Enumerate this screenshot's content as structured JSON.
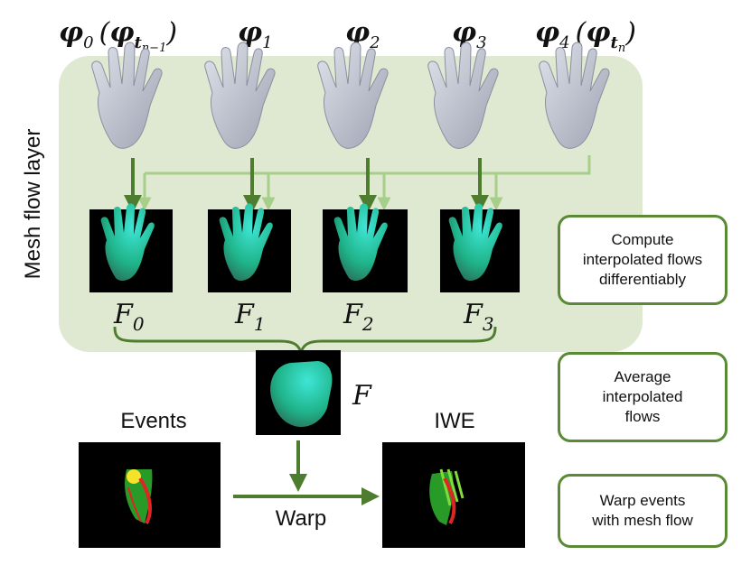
{
  "phis": [
    {
      "base": "φ",
      "sub": "0",
      "paren_base": "φ",
      "paren_sub": "t",
      "paren_subsub": "n−1"
    },
    {
      "base": "φ",
      "sub": "1"
    },
    {
      "base": "φ",
      "sub": "2"
    },
    {
      "base": "φ",
      "sub": "3"
    },
    {
      "base": "φ",
      "sub": "4",
      "paren_base": "φ",
      "paren_sub": "t",
      "paren_subsub": "n"
    }
  ],
  "flows": [
    {
      "base": "F",
      "sub": "0"
    },
    {
      "base": "F",
      "sub": "1"
    },
    {
      "base": "F",
      "sub": "2"
    },
    {
      "base": "F",
      "sub": "3"
    }
  ],
  "avg_flow_label": "F",
  "layer_label": "Mesh flow layer",
  "events_label": "Events",
  "iwe_label": "IWE",
  "warp_label": "Warp",
  "notes": [
    [
      "Compute",
      "interpolated flows",
      "differentiably"
    ],
    [
      "Average",
      "interpolated",
      "flows"
    ],
    [
      "Warp events",
      "with mesh flow"
    ]
  ],
  "colors": {
    "panel": "#dfe9d2",
    "arrow_dark": "#4f7d2f",
    "arrow_light": "#a7cf8a",
    "box_border": "#5a8a35"
  }
}
